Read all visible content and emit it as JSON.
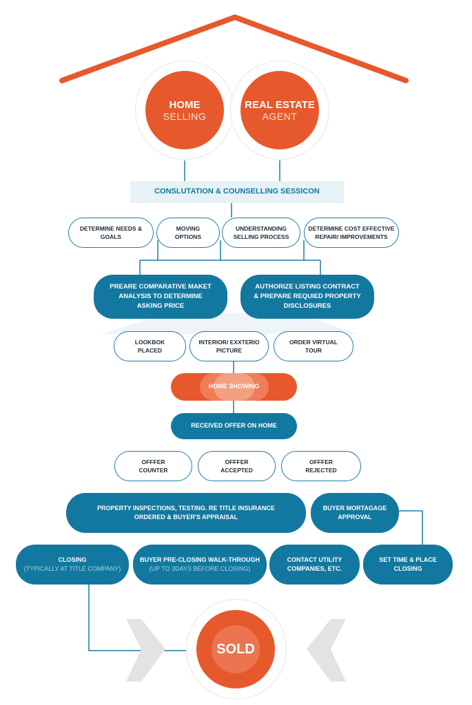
{
  "top": {
    "home": {
      "title": "HOME",
      "subtitle": "SELLING"
    },
    "agent": {
      "title": "REAL ESTATE",
      "subtitle": "AGENT"
    }
  },
  "consultation": "CONSLUTATION & COUNSELLING SESSICON",
  "steps1": [
    "DETERMINE NEEDS & GOALS",
    "MOVING OPTIONS",
    "UNDERSTANDING SELLING PROCESS",
    "DETERMINE COST EFFECTIVE REPAIR/ IMPROVEMENTS"
  ],
  "cma": "PREARE COMPARATIVE MAKET ANALYSIS TO DETERMINE ASKING PRICE",
  "listing": "AUTHORIZE LISTING CONTRACT & PREPARE REQUIED PROPERTY DISCLOSURES",
  "steps2": [
    "LOOKBOK PLACED",
    "INTERIOR/ EXXTERIO PICTURE",
    "ORDER VIRTUAL TOUR"
  ],
  "home_showing": "HOME SHOWING",
  "received_offer": "RECEIVED OFFER ON HOME",
  "offers": [
    "OFFFER COUNTER",
    "OFFFER ACCEPTED",
    "OFFFER REJECTED"
  ],
  "inspections": "PROPERTY INSPECTIONS, TESTING. RE TITLE INSURANCE ORDERED & BUYER'S APPRAISAL",
  "mortgage": "BUYER MORTAGAGE APPROVAL",
  "closing": {
    "title": "CLOSING",
    "sub": "(TYPICALLY AT TITLE COMPANY)"
  },
  "walkthrough": {
    "title": "BUYER PRE-CLOSING WALK-THROUGH",
    "sub": "(UP TO 3DAYS BEFORE CLOSING)"
  },
  "utility": "CONTACT UTILITY COMPANIES, ETC.",
  "set_time": "SET TIME & PLACE CLOSING",
  "sold": "SOLD",
  "colors": {
    "orange": "#e6592c",
    "blue": "#13789f",
    "line": "#1b7ba4",
    "grey": "#e3e3e3"
  }
}
